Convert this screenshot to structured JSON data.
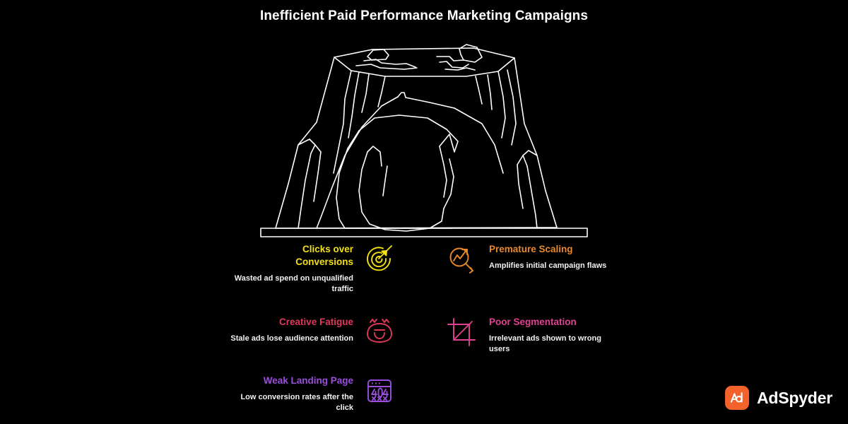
{
  "title": "Inefficient Paid Performance Marketing Campaigns",
  "background_color": "#000000",
  "illustration": {
    "name": "plateau-mountain-line-art",
    "stroke_color": "#ffffff",
    "description": "White outline drawing of a flat-topped plateau mountain with a cave arch, resting on a rectangular base bar"
  },
  "items": [
    {
      "id": "clicks-over-conversions",
      "title": "Clicks over\nConversions",
      "description": "Wasted ad spend on unqualified traffic",
      "color": "#f2e014",
      "icon": "target-cursor-icon",
      "column": "left"
    },
    {
      "id": "premature-scaling",
      "title": "Premature Scaling",
      "description": "Amplifies initial campaign flaws",
      "color": "#e8882a",
      "icon": "trending-magnifier-icon",
      "column": "right"
    },
    {
      "id": "creative-fatigue",
      "title": "Creative Fatigue",
      "description": "Stale ads lose audience attention",
      "color": "#e0385a",
      "icon": "sleeping-face-icon",
      "column": "left"
    },
    {
      "id": "poor-segmentation",
      "title": "Poor Segmentation",
      "description": "Irrelevant ads shown to wrong users",
      "color": "#e2418f",
      "icon": "crop-slash-icon",
      "column": "right"
    },
    {
      "id": "weak-landing-page",
      "title": "Weak Landing Page",
      "description": "Low conversion rates after the click",
      "color": "#9b4dde",
      "icon": "browser-404-icon",
      "column": "left"
    }
  ],
  "brand": {
    "mark_text": "Ad",
    "name": "AdSpyder",
    "mark_color": "#f2622a",
    "text_color": "#ffffff"
  }
}
